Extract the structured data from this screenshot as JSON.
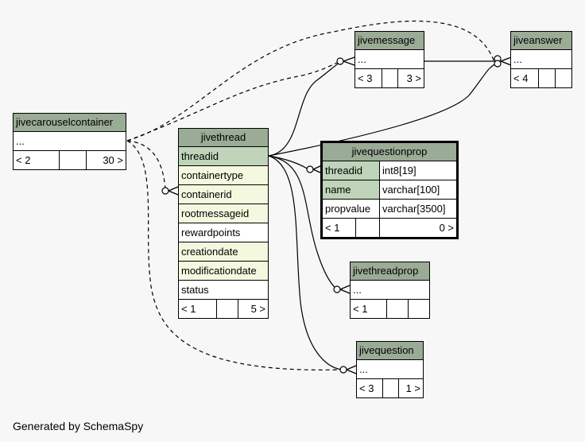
{
  "tables": {
    "jivecarouselcontainer": {
      "name": "jivecarouselcontainer",
      "rows": [
        "..."
      ],
      "footer": [
        "< 2",
        "",
        "30 >"
      ]
    },
    "jivethread": {
      "name": "jivethread",
      "rows": [
        "threadid",
        "containertype",
        "containerid",
        "rootmessageid",
        "rewardpoints",
        "creationdate",
        "modificationdate",
        "status"
      ],
      "footer": [
        "< 1",
        "",
        "5 >"
      ]
    },
    "jivemessage": {
      "name": "jivemessage",
      "rows": [
        "..."
      ],
      "footer": [
        "< 3",
        "",
        "3 >"
      ]
    },
    "jiveanswer": {
      "name": "jiveanswer",
      "rows": [
        "..."
      ],
      "footer": [
        "< 4",
        "",
        ""
      ]
    },
    "jivequestionprop": {
      "name": "jivequestionprop",
      "cols": [
        [
          "threadid",
          "int8[19]"
        ],
        [
          "name",
          "varchar[100]"
        ],
        [
          "propvalue",
          "varchar[3500]"
        ]
      ],
      "footer": [
        "< 1",
        "",
        "0 >"
      ]
    },
    "jivethreadprop": {
      "name": "jivethreadprop",
      "rows": [
        "..."
      ],
      "footer": [
        "< 1",
        "",
        ""
      ]
    },
    "jivequestion": {
      "name": "jivequestion",
      "rows": [
        "..."
      ],
      "footer": [
        "< 3",
        "",
        "1 >"
      ]
    }
  },
  "generated_by": "Generated by SchemaSpy",
  "colors": {
    "header": "#9aab96",
    "primary_key": "#bfd4b9",
    "foreign_key": "#f4f8df",
    "background": "#f7f7f7"
  }
}
